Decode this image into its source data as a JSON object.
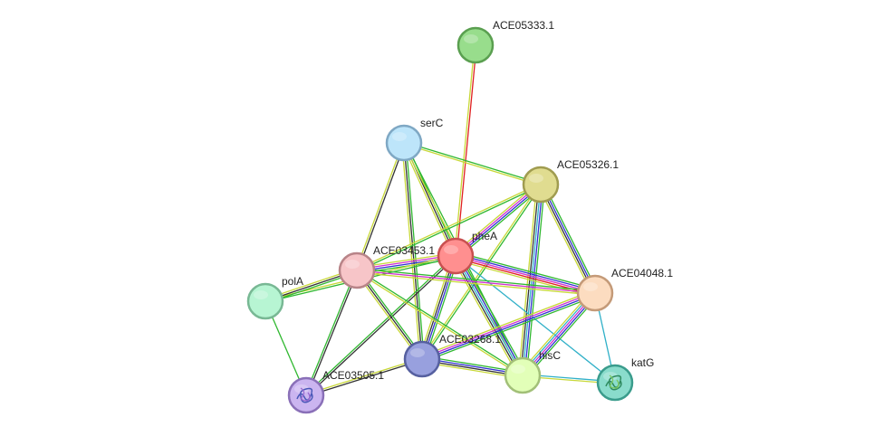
{
  "nodes": [
    {
      "id": "ACE05333.1",
      "label": "ACE05333.1",
      "fill": "#98dd8c",
      "stroke": "#5a9f50"
    },
    {
      "id": "serC",
      "label": "serC",
      "fill": "#bde5fa",
      "stroke": "#7fa8c4"
    },
    {
      "id": "ACE05326.1",
      "label": "ACE05326.1",
      "fill": "#e0dc90",
      "stroke": "#a09c50"
    },
    {
      "id": "pheA",
      "label": "pheA",
      "fill": "#ff8f8f",
      "stroke": "#c85050"
    },
    {
      "id": "ACE03453.1",
      "label": "ACE03453.1",
      "fill": "#f7c5c8",
      "stroke": "#b88488"
    },
    {
      "id": "polA",
      "label": "polA",
      "fill": "#b7f5d3",
      "stroke": "#78b894"
    },
    {
      "id": "ACE04048.1",
      "label": "ACE04048.1",
      "fill": "#fcdcc0",
      "stroke": "#c49a78"
    },
    {
      "id": "ACE03268.1",
      "label": "ACE03268.1",
      "fill": "#98a0de",
      "stroke": "#5660a0"
    },
    {
      "id": "hisC",
      "label": "hisC",
      "fill": "#e2ffb8",
      "stroke": "#a2c078"
    },
    {
      "id": "katG",
      "label": "katG",
      "fill": "#8adccc",
      "stroke": "#3a9c8c"
    },
    {
      "id": "ACE03505.1",
      "label": "ACE03505.1",
      "fill": "#cbb5f0",
      "stroke": "#8a70b8"
    }
  ],
  "colors": {
    "red": "#e02020",
    "yellow": "#c8d838",
    "green": "#30b830",
    "blue": "#3030d0",
    "magenta": "#d030d0",
    "cyan": "#30b0c8",
    "black": "#333333",
    "lavender": "#a8a0e0"
  },
  "edges": [
    {
      "a": "ACE05333.1",
      "b": "pheA",
      "types": [
        "red",
        "yellow"
      ]
    },
    {
      "a": "serC",
      "b": "ACE05326.1",
      "types": [
        "green",
        "yellow"
      ]
    },
    {
      "a": "serC",
      "b": "pheA",
      "types": [
        "green",
        "black",
        "yellow"
      ]
    },
    {
      "a": "serC",
      "b": "ACE03453.1",
      "types": [
        "black",
        "yellow"
      ]
    },
    {
      "a": "serC",
      "b": "ACE03268.1",
      "types": [
        "green",
        "black",
        "yellow"
      ]
    },
    {
      "a": "serC",
      "b": "hisC",
      "types": [
        "green",
        "yellow"
      ]
    },
    {
      "a": "ACE05326.1",
      "b": "pheA",
      "types": [
        "green",
        "blue",
        "magenta",
        "yellow"
      ]
    },
    {
      "a": "ACE05326.1",
      "b": "ACE03453.1",
      "types": [
        "green",
        "yellow"
      ]
    },
    {
      "a": "ACE05326.1",
      "b": "ACE04048.1",
      "types": [
        "green",
        "blue",
        "black",
        "yellow"
      ]
    },
    {
      "a": "ACE05326.1",
      "b": "ACE03268.1",
      "types": [
        "green",
        "yellow"
      ]
    },
    {
      "a": "ACE05326.1",
      "b": "hisC",
      "types": [
        "green",
        "blue",
        "cyan",
        "black",
        "yellow"
      ]
    },
    {
      "a": "pheA",
      "b": "ACE03453.1",
      "types": [
        "green",
        "blue",
        "magenta",
        "yellow"
      ]
    },
    {
      "a": "pheA",
      "b": "ACE04048.1",
      "types": [
        "green",
        "blue",
        "magenta",
        "red",
        "yellow"
      ]
    },
    {
      "a": "pheA",
      "b": "ACE03268.1",
      "types": [
        "green",
        "blue",
        "black",
        "yellow"
      ]
    },
    {
      "a": "pheA",
      "b": "hisC",
      "types": [
        "green",
        "blue",
        "cyan",
        "black",
        "yellow"
      ]
    },
    {
      "a": "pheA",
      "b": "katG",
      "types": [
        "cyan"
      ]
    },
    {
      "a": "pheA",
      "b": "ACE03505.1",
      "types": [
        "black",
        "green"
      ]
    },
    {
      "a": "pheA",
      "b": "polA",
      "types": [
        "green",
        "yellow"
      ]
    },
    {
      "a": "ACE03453.1",
      "b": "polA",
      "types": [
        "green",
        "black",
        "yellow"
      ]
    },
    {
      "a": "ACE03453.1",
      "b": "ACE04048.1",
      "types": [
        "green",
        "magenta",
        "yellow"
      ]
    },
    {
      "a": "ACE03453.1",
      "b": "ACE03268.1",
      "types": [
        "green",
        "black",
        "yellow"
      ]
    },
    {
      "a": "ACE03453.1",
      "b": "hisC",
      "types": [
        "green",
        "yellow"
      ]
    },
    {
      "a": "ACE03453.1",
      "b": "ACE03505.1",
      "types": [
        "black",
        "green"
      ]
    },
    {
      "a": "ACE04048.1",
      "b": "ACE03268.1",
      "types": [
        "green",
        "blue",
        "magenta",
        "yellow"
      ]
    },
    {
      "a": "ACE04048.1",
      "b": "hisC",
      "types": [
        "green",
        "blue",
        "magenta",
        "cyan",
        "yellow"
      ]
    },
    {
      "a": "ACE04048.1",
      "b": "katG",
      "types": [
        "cyan"
      ]
    },
    {
      "a": "ACE03268.1",
      "b": "hisC",
      "types": [
        "green",
        "blue",
        "black",
        "yellow"
      ]
    },
    {
      "a": "ACE03268.1",
      "b": "ACE03505.1",
      "types": [
        "black",
        "yellow"
      ]
    },
    {
      "a": "hisC",
      "b": "katG",
      "types": [
        "cyan",
        "yellow"
      ]
    },
    {
      "a": "polA",
      "b": "ACE03505.1",
      "types": [
        "green"
      ]
    }
  ]
}
